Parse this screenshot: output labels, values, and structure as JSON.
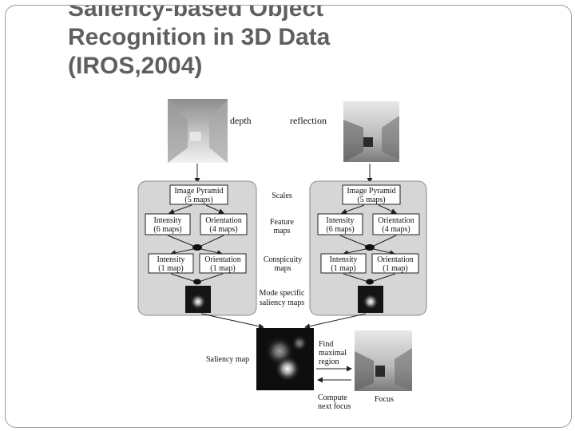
{
  "slide": {
    "title_lines": [
      "Saliency-based Object",
      "Recognition in 3D Data",
      "(IROS,2004)"
    ]
  },
  "diagram": {
    "inputs": {
      "depth": "depth",
      "reflection": "reflection"
    },
    "pyramid": {
      "line1": "Image Pyramid",
      "line2": "(5 maps)"
    },
    "intensity_feature": {
      "line1": "Intensity",
      "line2": "(6 maps)"
    },
    "orientation_feature": {
      "line1": "Orientation",
      "line2": "(4 maps)"
    },
    "intensity_conspicuity": {
      "line1": "Intensity",
      "line2": "(1 map)"
    },
    "orientation_conspicuity": {
      "line1": "Orientation",
      "line2": "(1 map)"
    },
    "middle_labels": {
      "scales": "Scales",
      "feature_maps": [
        "Feature",
        "maps"
      ],
      "conspicuity_maps": [
        "Conspicuity",
        "maps"
      ],
      "mode_specific": [
        "Mode specific",
        "saliency maps"
      ]
    },
    "saliency_map": "Saliency map",
    "find_maximal": [
      "Find",
      "maximal",
      "region"
    ],
    "compute_next": [
      "Compute",
      "next focus"
    ],
    "focus": "Focus"
  },
  "colors": {
    "panel_fill": "#d6d6d6",
    "panel_stroke": "#8a8a8a",
    "title": "#5f5f5f"
  }
}
